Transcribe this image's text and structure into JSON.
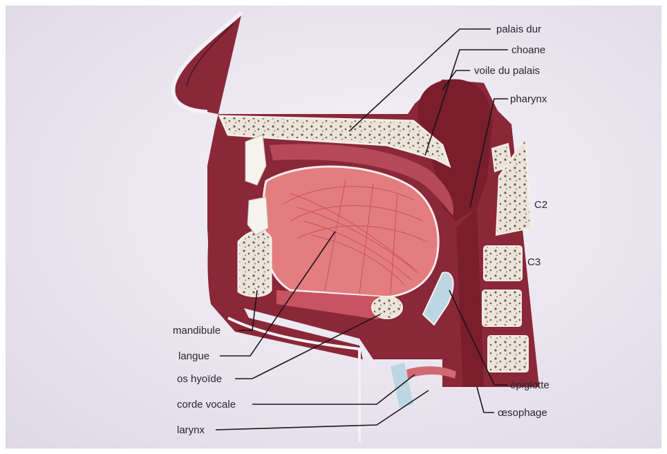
{
  "labels": {
    "palais_dur": "palais dur",
    "choane": "choane",
    "voile_du_palais": "voile du palais",
    "pharynx": "pharynx",
    "c2": "C2",
    "c3": "C3",
    "mandibule": "mandibule",
    "langue": "langue",
    "os_hyoide": "os hyoïde",
    "corde_vocale": "corde vocale",
    "larynx": "larynx",
    "epiglotte": "épiglotte",
    "oesophage": "œsophage"
  },
  "colors": {
    "background": "#e9e6f1",
    "skin_dark": "#8e2a3a",
    "skin_mid": "#a8404f",
    "tongue": "#e07a7e",
    "tongue_light": "#f0a6a4",
    "bone": "#eee8de",
    "cartilage": "#bcd6e2"
  }
}
